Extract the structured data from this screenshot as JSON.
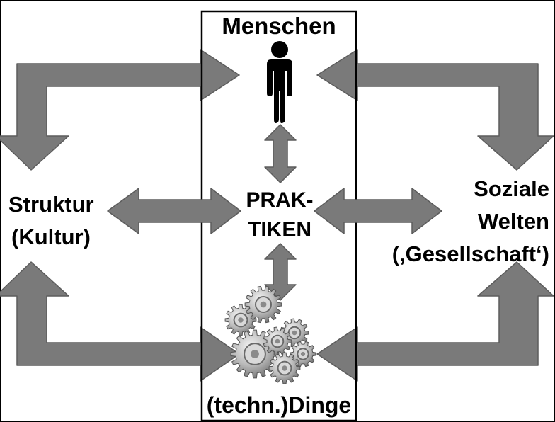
{
  "top_label": "Menschen",
  "center_label": {
    "line1": "PRAK-",
    "line2": "TIKEN"
  },
  "bottom_label": "(techn.)Dinge",
  "left_label": {
    "line1": "Struktur",
    "line2": "(Kultur)"
  },
  "right_label": {
    "line1": "Soziale",
    "line2": "Welten",
    "line3": "(‚Gesellschaft‘)"
  },
  "icons": {
    "person": "person-icon",
    "gears": "gears-icon"
  },
  "colors": {
    "arrow_fill": "#7a7a7a",
    "arrow_stroke": "#5c5c5c",
    "box_stroke": "#000000",
    "person": "#000000"
  }
}
